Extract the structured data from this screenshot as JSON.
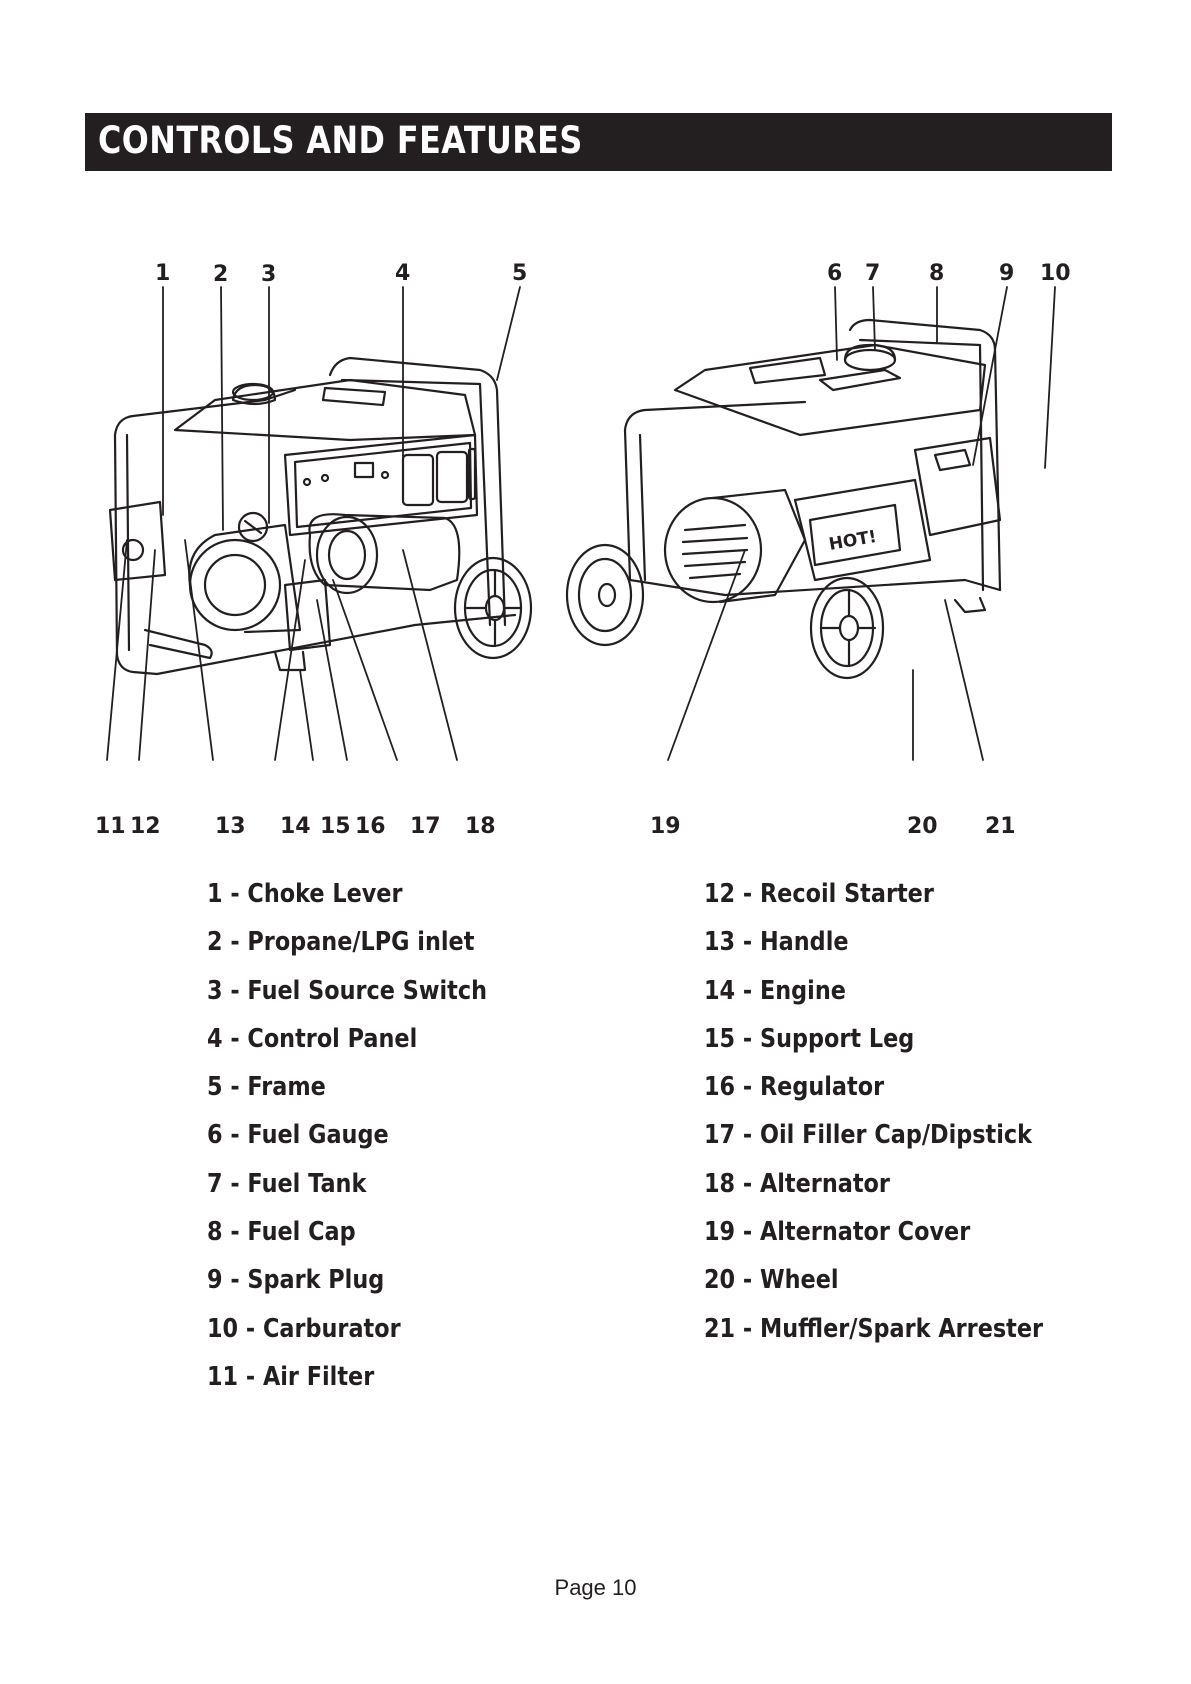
{
  "header": {
    "title": "CONTROLS AND FEATURES"
  },
  "diagram": {
    "top_callouts": [
      "1",
      "2",
      "3",
      "4",
      "5",
      "6",
      "7",
      "8",
      "9",
      "10"
    ],
    "bottom_callouts": [
      "11",
      "12",
      "13",
      "14",
      "15",
      "16",
      "17",
      "18",
      "19",
      "20",
      "21"
    ],
    "hot_label": "HOT!"
  },
  "legend": {
    "left": [
      "1 - Choke Lever",
      "2 - Propane/LPG inlet",
      "3 - Fuel Source Switch",
      "4 - Control Panel",
      "5 - Frame",
      "6 - Fuel Gauge",
      "7 - Fuel Tank",
      "8 - Fuel Cap",
      "9 - Spark Plug",
      "10 - Carburator",
      "11 - Air Filter"
    ],
    "right": [
      "12 - Recoil Starter",
      "13 - Handle",
      "14 - Engine",
      "15 - Support Leg",
      "16 - Regulator",
      "17 - Oil Filler Cap/Dipstick",
      "18 - Alternator",
      "19 - Alternator Cover",
      "20 - Wheel",
      "21 - Muffler/Spark Arrester"
    ]
  },
  "footer": {
    "page": "Page 10"
  }
}
